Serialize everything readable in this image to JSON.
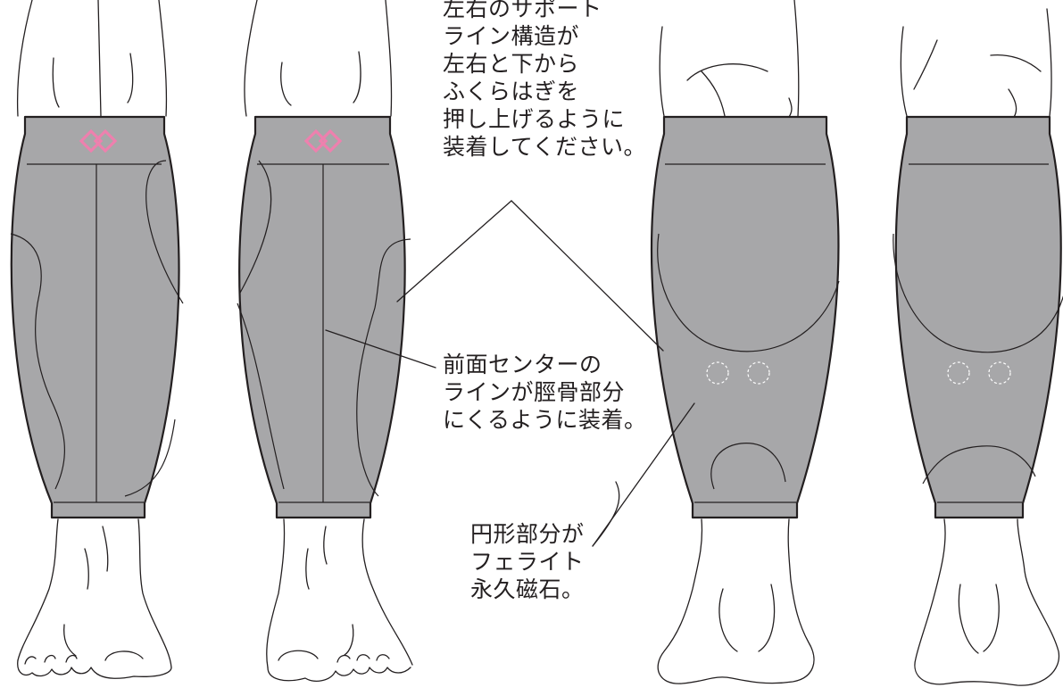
{
  "annotations": {
    "support_line": {
      "lines": [
        "左右のサポート",
        "ライン構造が",
        "左右と下から",
        "ふくらはぎを",
        "押し上げるように",
        "装着してください。"
      ]
    },
    "front_center": {
      "lines": [
        "前面センターの",
        "ラインが脛骨部分",
        "にくるように装着。"
      ]
    },
    "magnet": {
      "lines": [
        "円形部分が",
        "フェライト",
        "永久磁石。"
      ]
    }
  },
  "colors": {
    "sleeve_fill": "#a7a7a9",
    "outline": "#231f20",
    "logo": "#ee80ae",
    "magnet_circle": "#ffffff",
    "background": "#ffffff"
  },
  "views": [
    "front-view-1",
    "front-view-2",
    "back-view-1",
    "back-view-2"
  ],
  "icons": [
    "brand-logo-icon",
    "magnet-circle-icon"
  ]
}
